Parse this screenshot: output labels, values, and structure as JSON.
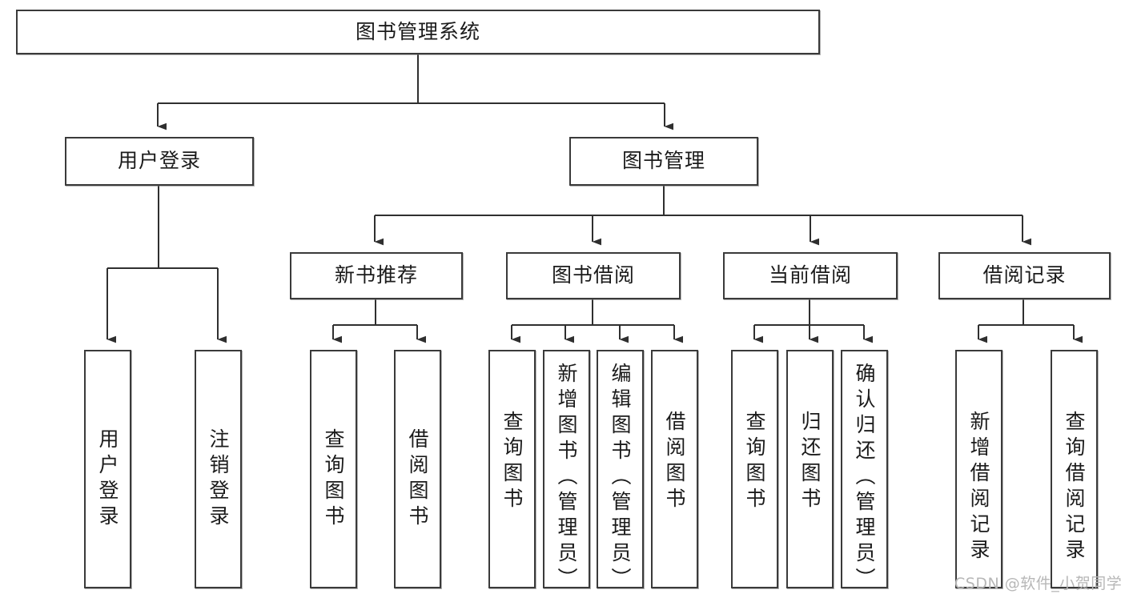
{
  "diagram": {
    "title_node": {
      "label": "图书管理系统"
    },
    "level2": [
      {
        "label": "用户登录"
      },
      {
        "label": "图书管理"
      }
    ],
    "level3": [
      {
        "label": "新书推荐"
      },
      {
        "label": "图书借阅"
      },
      {
        "label": "当前借阅"
      },
      {
        "label": "借阅记录"
      }
    ],
    "leaves": {
      "user_login": [
        {
          "label": "用户登录"
        },
        {
          "label": "注销登录"
        }
      ],
      "new_book": [
        {
          "label": "查询图书"
        },
        {
          "label": "借阅图书"
        }
      ],
      "book_borrow": [
        {
          "label": "查询图书"
        },
        {
          "label": "新增图书（管理员）"
        },
        {
          "label": "编辑图书（管理员）"
        },
        {
          "label": "借阅图书"
        }
      ],
      "current_borrow": [
        {
          "label": "查询图书"
        },
        {
          "label": "归还图书"
        },
        {
          "label": "确认归还（管理员）"
        }
      ],
      "borrow_record": [
        {
          "label": "新增借阅记录"
        },
        {
          "label": "查询借阅记录"
        }
      ]
    }
  },
  "watermark": {
    "text": "CSDN @软件_小贺同学"
  },
  "colors": {
    "border": "#3a3a3a",
    "text": "#1b1b1b",
    "background": "#ffffff",
    "watermark": "#b7b7b7"
  }
}
